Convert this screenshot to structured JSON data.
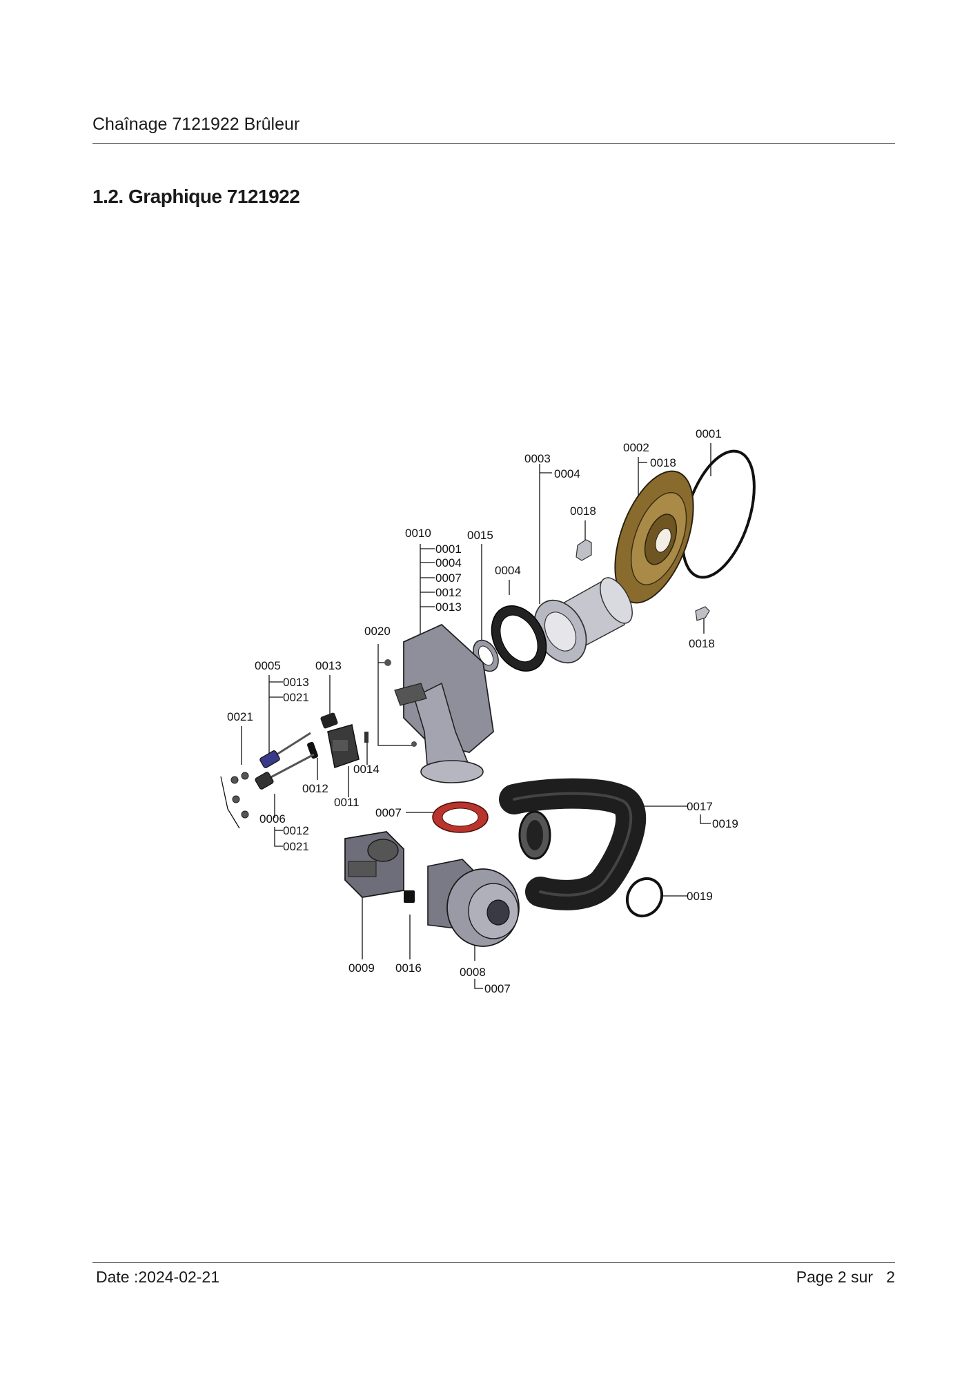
{
  "header": {
    "title": "Chaînage 7121922 Brûleur"
  },
  "section": {
    "title": "1.2. Graphique 7121922"
  },
  "diagram": {
    "labels": {
      "l0001": "0001",
      "l0002": "0002",
      "l0002_sub": "0018",
      "l0003": "0003",
      "l0003_sub": "0004",
      "l0018a": "0018",
      "l0018b": "0018",
      "l0004": "0004",
      "l0015": "0015",
      "l0010": "0010",
      "l0010_s1": "0001",
      "l0010_s2": "0004",
      "l0010_s3": "0007",
      "l0010_s4": "0012",
      "l0010_s5": "0013",
      "l0020": "0020",
      "l0005": "0005",
      "l0005_s1": "0013",
      "l0005_s2": "0021",
      "l0013": "0013",
      "l0021": "0021",
      "l0014": "0014",
      "l0012": "0012",
      "l0011": "0011",
      "l0006": "0006",
      "l0006_s1": "0012",
      "l0006_s2": "0021",
      "l0007a": "0007",
      "l0017": "0017",
      "l0017_sub": "0019",
      "l0019": "0019",
      "l0009": "0009",
      "l0016": "0016",
      "l0008": "0008",
      "l0008_sub": "0007"
    }
  },
  "footer": {
    "date": "Date :2024-02-21",
    "page": "Page 2 sur   2"
  },
  "colors": {
    "gasket_red": "#b8342c",
    "bronze": "#8a6b2e",
    "part_gray": "#9a9aa6",
    "dark": "#1e1e1e"
  }
}
